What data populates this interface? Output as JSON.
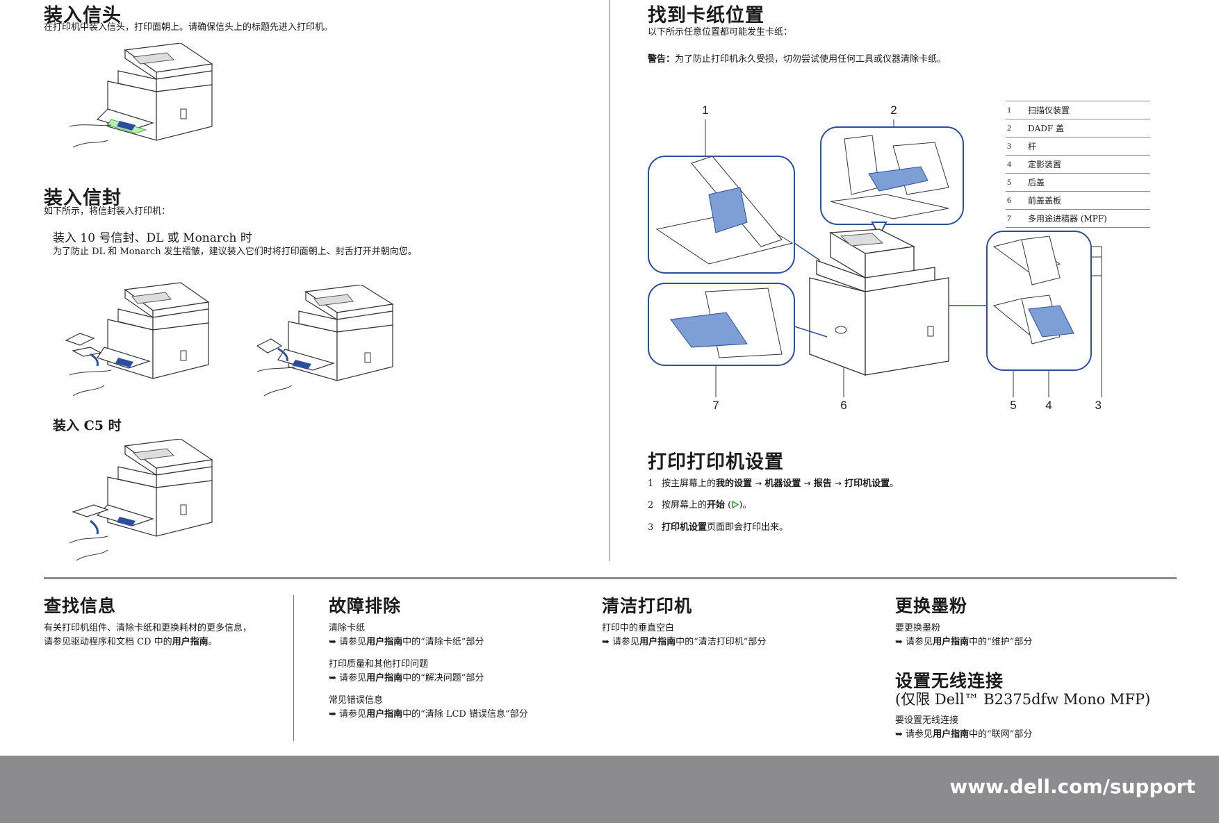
{
  "letterhead": {
    "title": "装入信头",
    "text": "在打印机中装入信头，打印面朝上。请确保信头上的标题先进入打印机。"
  },
  "envelope": {
    "title": "装入信封",
    "text": "如下所示，将信封装入打印机：",
    "sub_title": "装入 10 号信封、DL 或 Monarch 时",
    "sub_text": "为了防止 DL 和 Monarch 发生褶皱，建议装入它们时将打印面朝上、封舌打开并朝向您。",
    "c5_title": "装入 C5 时"
  },
  "jam": {
    "title": "找到卡纸位置",
    "text": "以下所示任意位置都可能发生卡纸：",
    "warning_label": "警告：",
    "warning_text": "为了防止打印机永久受损，切勿尝试使用任何工具或仪器清除卡纸。",
    "callouts": [
      "1",
      "2",
      "3",
      "4",
      "5",
      "6",
      "7"
    ],
    "legend": [
      {
        "num": "1",
        "label": "扫描仪装置"
      },
      {
        "num": "2",
        "label": "DADF 盖"
      },
      {
        "num": "3",
        "label": "杆"
      },
      {
        "num": "4",
        "label": "定影装置"
      },
      {
        "num": "5",
        "label": "后盖"
      },
      {
        "num": "6",
        "label": "前盖盖板"
      },
      {
        "num": "7",
        "label": "多用途进稿器 (MPF)"
      }
    ]
  },
  "settings": {
    "title": "打印打印机设置",
    "step1_num": "1",
    "step1_pre": "按主屏幕上的",
    "step1_a": "我的设置",
    "step1_b": "机器设置",
    "step1_c": "报告",
    "step1_d": "打印机设置",
    "step1_end": "。",
    "step2_num": "2",
    "step2_pre": "按屏幕上的",
    "step2_bold": "开始",
    "step2_end": "。",
    "step3_num": "3",
    "step3_bold": "打印机设置",
    "step3_rest": "页面即会打印出来。"
  },
  "info": {
    "title": "查找信息",
    "line1": "有关打印机组件、清除卡纸和更换耗材的更多信息，",
    "line2_pre": "请参见驱动程序和文档 CD 中的",
    "line2_bold": "用户指南",
    "line2_end": "。"
  },
  "trouble": {
    "title": "故障排除",
    "items": [
      {
        "head": "清除卡纸",
        "pre": "请参见",
        "bold": "用户指南",
        "post": "中的“清除卡纸”部分"
      },
      {
        "head": "打印质量和其他打印问题",
        "pre": "请参见",
        "bold": "用户指南",
        "post": "中的“解决问题”部分"
      },
      {
        "head": "常见错误信息",
        "pre": "请参见",
        "bold": "用户指南",
        "post": "中的“清除 LCD 错误信息”部分"
      }
    ]
  },
  "clean": {
    "title": "清洁打印机",
    "head": "打印中的垂直空白",
    "pre": "请参见",
    "bold": "用户指南",
    "post": "中的“清洁打印机”部分"
  },
  "toner": {
    "title": "更换墨粉",
    "head": "要更换墨粉",
    "pre": "请参见",
    "bold": "用户指南",
    "post": "中的“维护”部分"
  },
  "wireless": {
    "title": "设置无线连接",
    "subtitle": "(仅限 Dell™ B2375dfw Mono MFP)",
    "head": "要设置无线连接",
    "pre": "请参见",
    "bold": "用户指南",
    "post": "中的“联网”部分"
  },
  "footer": {
    "url": "www.dell.com/support"
  },
  "colors": {
    "accent_blue": "#2b4f9e",
    "jam_blue": "#7e9fd6",
    "footer_gray": "#8c8b8d"
  },
  "icons": {
    "arrow": "➥",
    "pointer": "right-arrow-icon",
    "start": "start-icon"
  }
}
